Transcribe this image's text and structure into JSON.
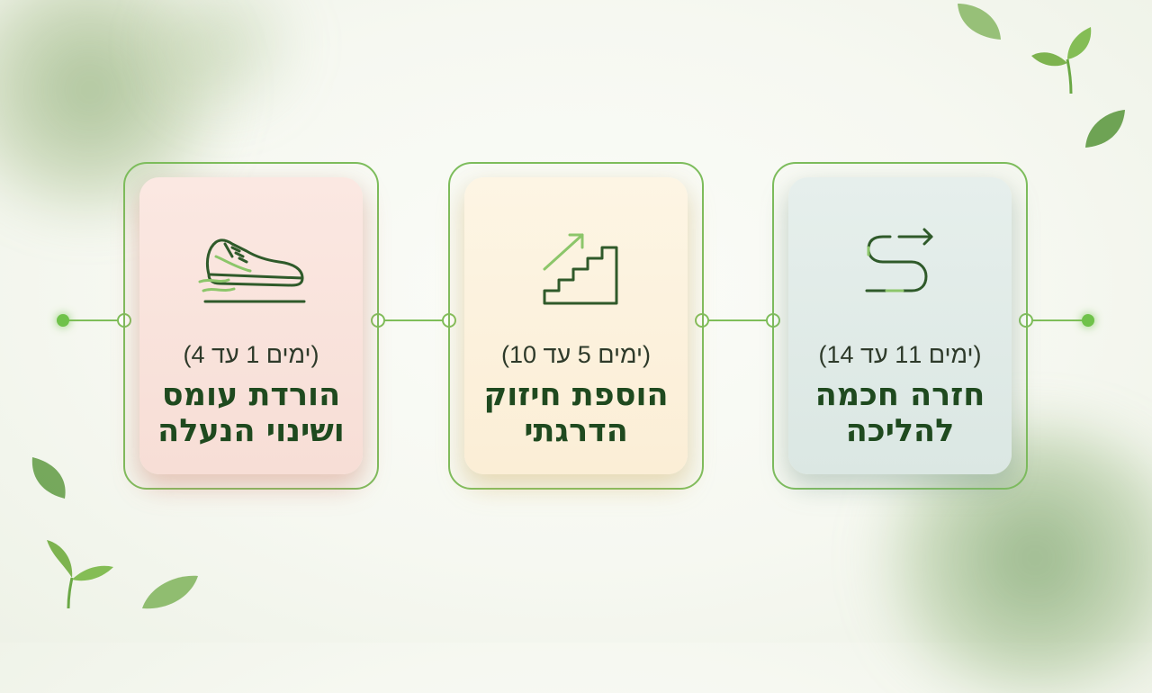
{
  "steps": [
    {
      "id": "step-1",
      "days": "(ימים 1 עד 4)",
      "title_line1": "הורדת עומס",
      "title_line2": "ושינוי הנעלה",
      "icon": "shoe-icon",
      "color": "#f7ded6"
    },
    {
      "id": "step-2",
      "days": "(ימים 5 עד 10)",
      "title_line1": "הוספת חיזוק",
      "title_line2": "הדרגתי",
      "icon": "stairs-arrow-icon",
      "color": "#fbeed6"
    },
    {
      "id": "step-3",
      "days": "(ימים 11 עד 14)",
      "title_line1": "חזרה חכמה",
      "title_line2": "להליכה",
      "icon": "curved-path-arrow-icon",
      "color": "#dbe7e3"
    }
  ],
  "colors": {
    "accent_green": "#7dbd5c",
    "title_green": "#1f4a1f",
    "text_dark": "#2e3a2a"
  }
}
